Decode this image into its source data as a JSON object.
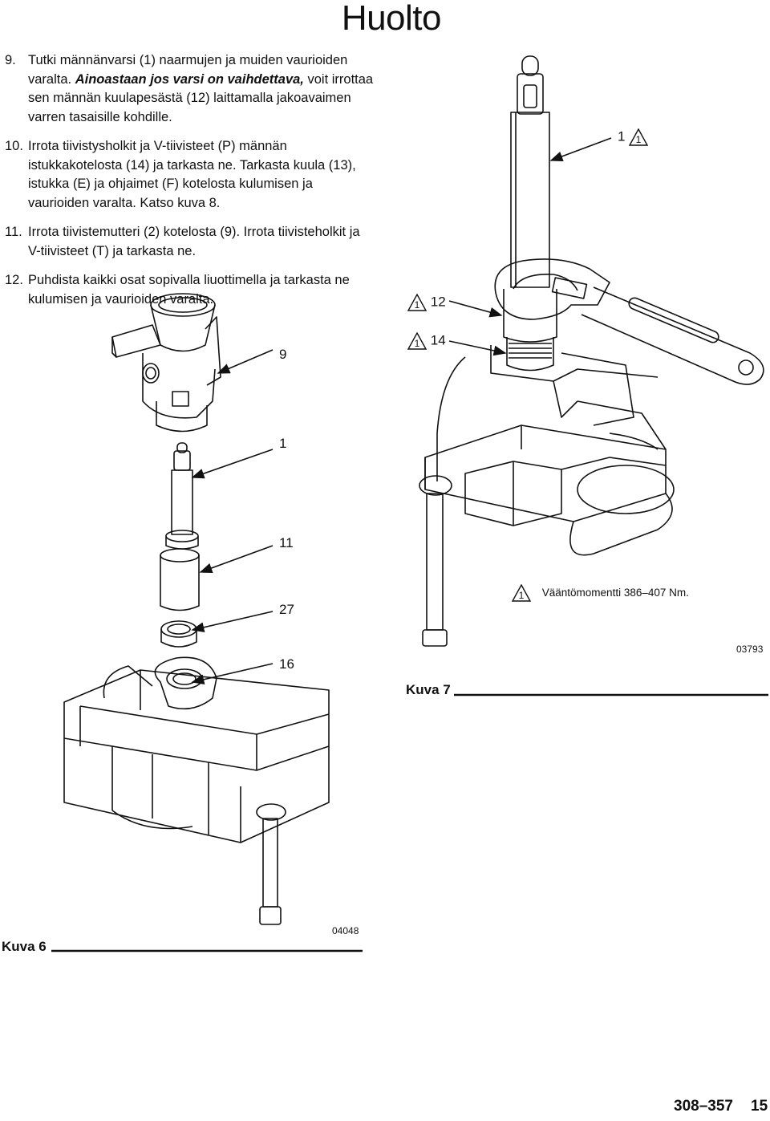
{
  "header": {
    "title": "Huolto"
  },
  "steps": [
    {
      "num": "9.",
      "pre": "Tutki männänvarsi (1) naarmujen ja muiden vaurioiden varalta. ",
      "emph": "Ainoastaan jos varsi on vaihdettava,",
      "post": " voit irrottaa sen männän kuulapesästä (12) laittamalla jakoavaimen varren tasaisille kohdille."
    },
    {
      "num": "10.",
      "text": "Irrota tiivistysholkit ja V-tiivisteet (P) männän istukkakotelosta (14) ja tarkasta ne. Tarkasta kuula (13), istukka (E) ja ohjaimet (F) kotelosta kulumisen ja vaurioiden varalta. Katso kuva 8."
    },
    {
      "num": "11.",
      "text": "Irrota tiivistemutteri (2) kotelosta (9). Irrota tiivisteholkit ja V-tiivisteet (T) ja tarkasta ne."
    },
    {
      "num": "12.",
      "text": "Puhdista kaikki osat sopivalla liuottimella ja tarkasta ne kulumisen ja vaurioiden varalta."
    }
  ],
  "figure7": {
    "callouts": {
      "rod": "1",
      "rod_warn": "1",
      "ball_housing": "12",
      "ball_housing_warn": "1",
      "seat_housing": "14",
      "seat_housing_warn": "1"
    },
    "legend_warn": "1",
    "legend_text": "Vääntömomentti 386–407 Nm.",
    "code": "03793",
    "caption": "Kuva 7"
  },
  "figure6": {
    "callouts": {
      "housing": "9",
      "rod": "1",
      "packing_nut": "11",
      "sleeve": "27",
      "bearing": "16"
    },
    "code": "04048",
    "caption": "Kuva 6"
  },
  "footer": {
    "doc_number": "308–357",
    "page_number": "15"
  }
}
